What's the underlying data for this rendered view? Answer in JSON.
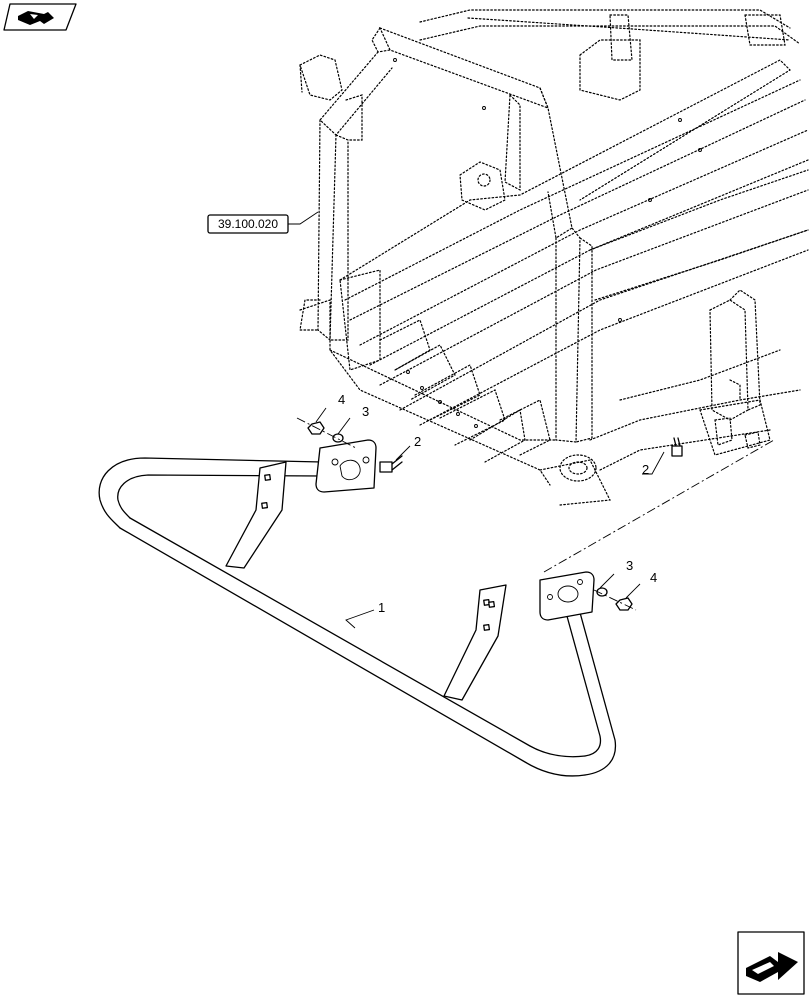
{
  "reference": {
    "text": "39.100.020"
  },
  "callouts": [
    {
      "id": "c1",
      "label": "1"
    },
    {
      "id": "c2a",
      "label": "2"
    },
    {
      "id": "c2b",
      "label": "2"
    },
    {
      "id": "c3a",
      "label": "3"
    },
    {
      "id": "c3b",
      "label": "3"
    },
    {
      "id": "c4a",
      "label": "4"
    },
    {
      "id": "c4b",
      "label": "4"
    }
  ],
  "icons": {
    "top_left": "previous-page-icon",
    "bottom_right": "next-page-icon"
  }
}
